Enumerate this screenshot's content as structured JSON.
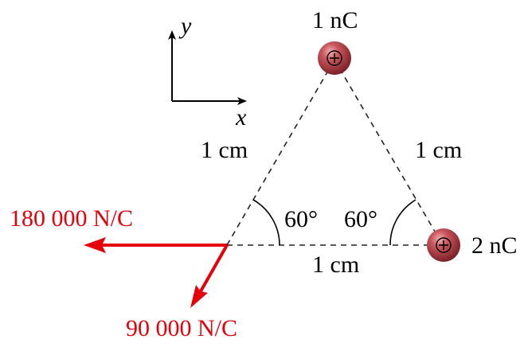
{
  "axes": {
    "x_label": "x",
    "y_label": "y"
  },
  "charges": [
    {
      "id": "top",
      "value_label": "1 nC",
      "sign": "+"
    },
    {
      "id": "right",
      "value_label": "2 nC",
      "sign": "+"
    }
  ],
  "sides": {
    "left": "1 cm",
    "right": "1 cm",
    "bottom": "1 cm"
  },
  "angles": {
    "left": "60°",
    "right": "60°"
  },
  "fields": {
    "horizontal": "180 000 N/C",
    "diagonal": "90 000 N/C"
  },
  "colors": {
    "field_arrow": "#e5000a",
    "charge_fill": "#c0474f"
  }
}
